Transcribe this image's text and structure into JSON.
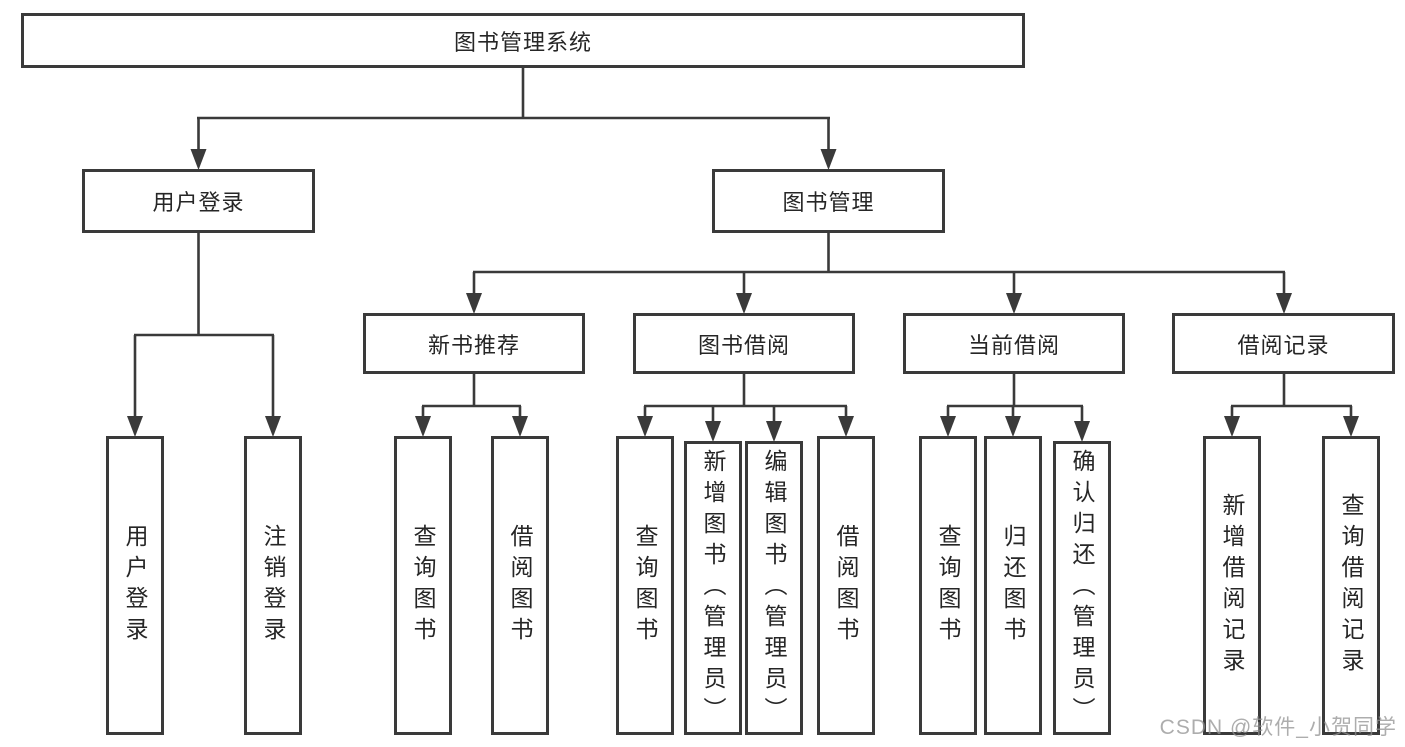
{
  "diagram": {
    "root": {
      "label": "图书管理系统"
    },
    "branches": [
      {
        "label": "用户登录",
        "children": [
          {
            "label": "用户登录"
          },
          {
            "label": "注销登录"
          }
        ]
      },
      {
        "label": "图书管理",
        "groups": [
          {
            "label": "新书推荐",
            "children": [
              {
                "label": "查询图书"
              },
              {
                "label": "借阅图书"
              }
            ]
          },
          {
            "label": "图书借阅",
            "children": [
              {
                "label": "查询图书"
              },
              {
                "label": "新增图书（管理员）"
              },
              {
                "label": "编辑图书（管理员）"
              },
              {
                "label": "借阅图书"
              }
            ]
          },
          {
            "label": "当前借阅",
            "children": [
              {
                "label": "查询图书"
              },
              {
                "label": "归还图书"
              },
              {
                "label": "确认归还（管理员）"
              }
            ]
          },
          {
            "label": "借阅记录",
            "children": [
              {
                "label": "新增借阅记录"
              },
              {
                "label": "查询借阅记录"
              }
            ]
          }
        ]
      }
    ],
    "watermark": "CSDN @软件_小贺同学",
    "colors": {
      "line": "#3a3a3a",
      "text": "#262626",
      "box_background": "#ffffff",
      "watermark": "#919191"
    }
  }
}
